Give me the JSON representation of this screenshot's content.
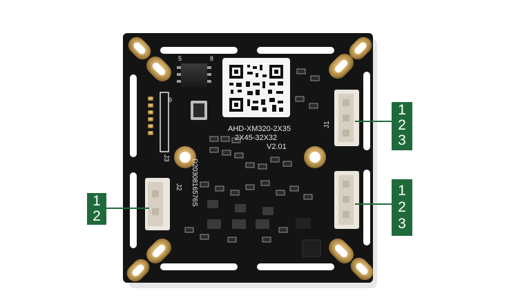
{
  "board": {
    "model_text": "AHD-XM320-2X35",
    "size_text": "2X45-32X32",
    "version": "V2.01",
    "serial": "D2030816576S"
  },
  "silkscreen": {
    "j1": "J1",
    "j2": "J2",
    "j3": "J3",
    "pin_9": "9",
    "pin_5": "5",
    "pin_8": "8"
  },
  "callouts": {
    "left": [
      "1",
      "2"
    ],
    "right_top": [
      "1",
      "2",
      "3"
    ],
    "right_bottom": [
      "1",
      "2",
      "3"
    ]
  },
  "colors": {
    "pcb": "#141414",
    "label_bg": "#1f6a3a",
    "leader_line": "#1f6a3a",
    "pad": "#c9a25a",
    "connector": "#ece7de"
  }
}
